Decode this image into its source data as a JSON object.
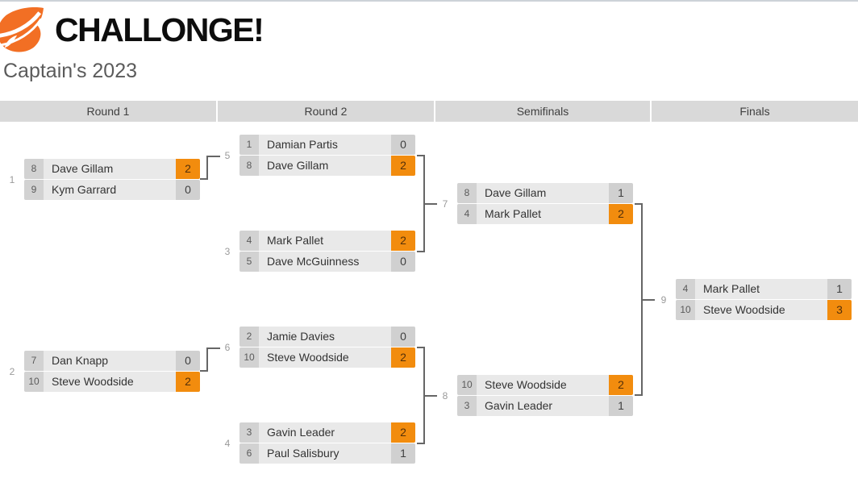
{
  "header": {
    "logo_text": "CHALLONGE!",
    "tournament_title": "Captain's 2023"
  },
  "rounds": [
    "Round 1",
    "Round 2",
    "Semifinals",
    "Finals"
  ],
  "colors": {
    "winner_score_bg": "#F28C0E",
    "row_bg": "#e9e9e9",
    "seed_bg": "#d2d2d2",
    "score_bg": "#d0d0d0",
    "header_bg": "#d9d9d9",
    "connector": "#666666",
    "logo_orange": "#F26F24"
  },
  "matches": [
    {
      "number": "1",
      "players": [
        {
          "seed": "8",
          "name": "Dave Gillam",
          "score": "2",
          "winner": true
        },
        {
          "seed": "9",
          "name": "Kym Garrard",
          "score": "0",
          "winner": false
        }
      ]
    },
    {
      "number": "2",
      "players": [
        {
          "seed": "7",
          "name": "Dan Knapp",
          "score": "0",
          "winner": false
        },
        {
          "seed": "10",
          "name": "Steve Woodside",
          "score": "2",
          "winner": true
        }
      ]
    },
    {
      "number": "5",
      "players": [
        {
          "seed": "1",
          "name": "Damian Partis",
          "score": "0",
          "winner": false
        },
        {
          "seed": "8",
          "name": "Dave Gillam",
          "score": "2",
          "winner": true
        }
      ]
    },
    {
      "number": "3",
      "players": [
        {
          "seed": "4",
          "name": "Mark Pallet",
          "score": "2",
          "winner": true
        },
        {
          "seed": "5",
          "name": "Dave McGuinness",
          "score": "0",
          "winner": false
        }
      ]
    },
    {
      "number": "6",
      "players": [
        {
          "seed": "2",
          "name": "Jamie Davies",
          "score": "0",
          "winner": false
        },
        {
          "seed": "10",
          "name": "Steve Woodside",
          "score": "2",
          "winner": true
        }
      ]
    },
    {
      "number": "4",
      "players": [
        {
          "seed": "3",
          "name": "Gavin Leader",
          "score": "2",
          "winner": true
        },
        {
          "seed": "6",
          "name": "Paul Salisbury",
          "score": "1",
          "winner": false
        }
      ]
    },
    {
      "number": "7",
      "players": [
        {
          "seed": "8",
          "name": "Dave Gillam",
          "score": "1",
          "winner": false
        },
        {
          "seed": "4",
          "name": "Mark Pallet",
          "score": "2",
          "winner": true
        }
      ]
    },
    {
      "number": "8",
      "players": [
        {
          "seed": "10",
          "name": "Steve Woodside",
          "score": "2",
          "winner": true
        },
        {
          "seed": "3",
          "name": "Gavin Leader",
          "score": "1",
          "winner": false
        }
      ]
    },
    {
      "number": "9",
      "players": [
        {
          "seed": "4",
          "name": "Mark Pallet",
          "score": "1",
          "winner": false
        },
        {
          "seed": "10",
          "name": "Steve Woodside",
          "score": "3",
          "winner": true
        }
      ]
    }
  ]
}
